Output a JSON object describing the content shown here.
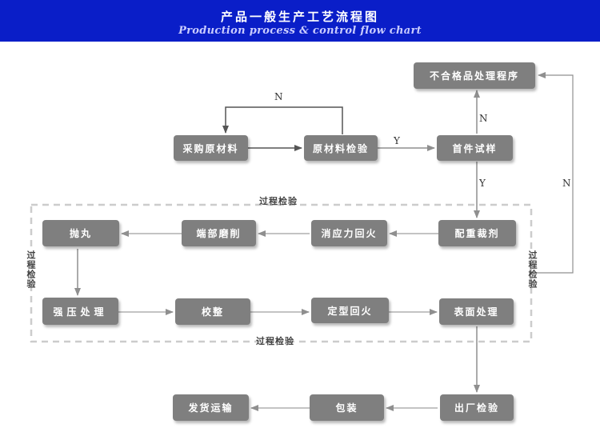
{
  "header": {
    "title_cn": "产品一般生产工艺流程图",
    "title_en": "Production process & control flow chart"
  },
  "nodes": {
    "nonconforming": "不合格品处理程序",
    "purchase": "采购原材料",
    "raw_inspection": "原材料检验",
    "first_trial": "首件试样",
    "cutting": "配重裁剂",
    "stress_relief_1": "消应力回火",
    "end_grinding": "端部磨削",
    "shot_blasting": "抛丸",
    "pressing": "强压处理",
    "straightening": "校整",
    "setting_temper": "定型回火",
    "surface_treatment": "表面处理",
    "final_inspection": "出厂检验",
    "packaging": "包装",
    "shipping": "发货运输"
  },
  "labels": {
    "n_top": "N",
    "y_right": "Y",
    "n_nonconf": "N",
    "y_down": "Y",
    "n_right": "N",
    "process_top": "过程检验",
    "process_bottom": "过程检验",
    "process_left": "过程检验",
    "process_right": "过程检验"
  },
  "colors": {
    "header_bg": "#0a1ec8",
    "box_bg": "#7f7f7f",
    "arrow": "#9a9a9a",
    "dashed_border": "#cccccc"
  }
}
